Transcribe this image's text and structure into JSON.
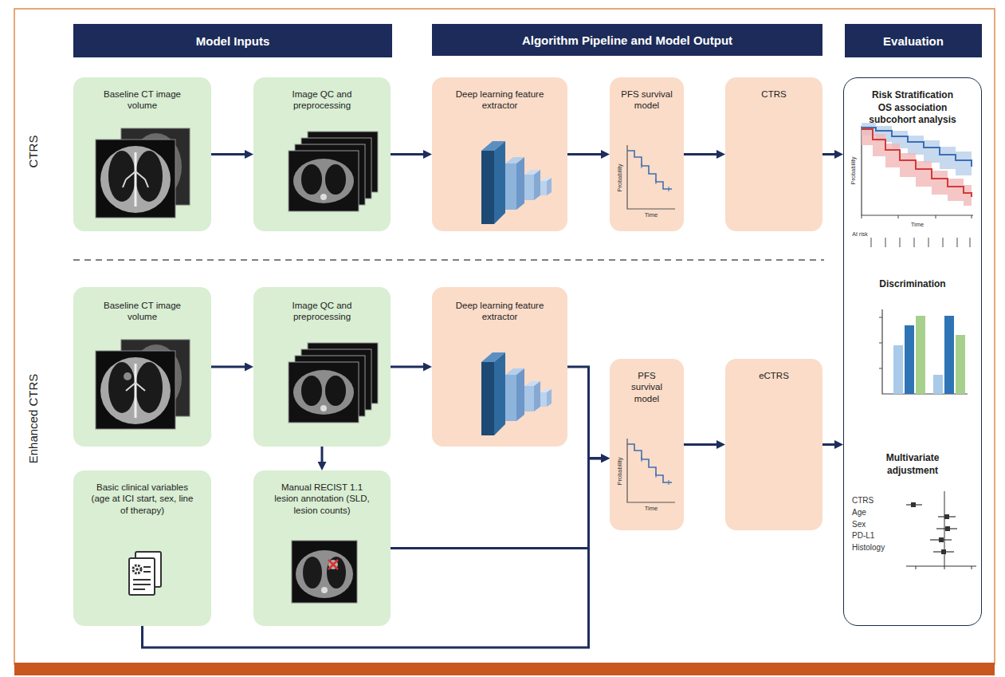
{
  "diagram": {
    "nodes": [
      {
        "text": [
          "Model Inputs"
        ]
      },
      {
        "text": [
          "Algorithm Pipeline and Model Output"
        ]
      },
      {
        "text": [
          "Evaluation"
        ]
      },
      {
        "text": [
          "Baseline CT image volume"
        ]
      },
      {
        "text": [
          "Image QC and preprocessing"
        ]
      },
      {
        "text": [
          "Deep learning feature extractor"
        ]
      },
      {
        "text": [
          "PFS survival model"
        ]
      },
      {
        "text": [
          "CTRS"
        ]
      },
      {
        "text": [
          "Risk Stratification OS association subcohort analysis",
          "Discrimination",
          "Multivariate adjustment"
        ]
      },
      {
        "text": [
          "Baseline CT image volume"
        ]
      },
      {
        "text": [
          "Image QC and preprocessing"
        ]
      },
      {
        "text": [
          "Deep learning feature extractor"
        ]
      },
      {
        "text": [
          "PFS survival model"
        ]
      },
      {
        "text": [
          "eCTRS"
        ]
      },
      {
        "text": [
          "Basic clinical variables (age at ICI start, sex, line of therapy)"
        ]
      },
      {
        "text": [
          "Manual RECIST 1.1 lesion annotation (SLD, lesion counts)"
        ]
      }
    ],
    "edges": [
      {
        "from": 3,
        "to": 4,
        "arrow": "to"
      },
      {
        "from": 4,
        "to": 5,
        "arrow": "to"
      },
      {
        "from": 5,
        "to": 6,
        "arrow": "to"
      },
      {
        "from": 6,
        "to": 7,
        "arrow": "to"
      },
      {
        "from": 7,
        "to": 8,
        "arrow": "to"
      },
      {
        "from": 9,
        "to": 10,
        "arrow": "to"
      },
      {
        "from": 10,
        "to": 11,
        "arrow": "to"
      },
      {
        "from": 10,
        "to": 15,
        "arrow": "to"
      },
      {
        "from": 11,
        "to": 12,
        "arrow": "to"
      },
      {
        "from": 15,
        "to": 12,
        "arrow": "to"
      },
      {
        "from": 14,
        "to": 12,
        "arrow": "to"
      },
      {
        "from": 12,
        "to": 13,
        "arrow": "to"
      },
      {
        "from": 13,
        "to": 8,
        "arrow": "to"
      }
    ],
    "labels": [
      "CTRS",
      "Enhanced CTRS",
      "Probability",
      "Time",
      "Probability",
      "Time",
      "Probability",
      "Time",
      "At risk",
      "CTRS",
      "Age",
      "Sex",
      "PD-L1",
      "Histology"
    ]
  }
}
